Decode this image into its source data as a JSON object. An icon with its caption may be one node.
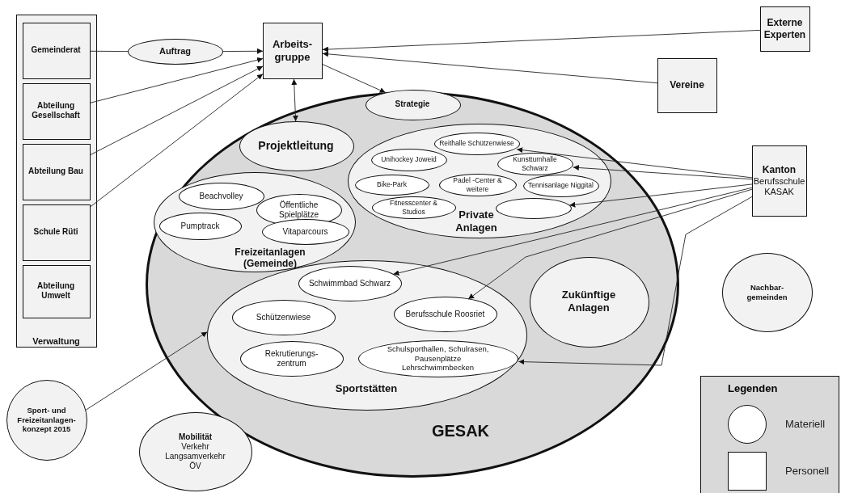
{
  "diagram": {
    "nodes": [
      {
        "text": [
          "Verwaltung"
        ]
      },
      {
        "text": [
          "Gemeinderat"
        ],
        "in": 0
      },
      {
        "text": [
          "Abteilung Gesellschaft"
        ],
        "in": 0
      },
      {
        "text": [
          "Abteilung Bau"
        ],
        "in": 0
      },
      {
        "text": [
          "Schule Rüti"
        ],
        "in": 0
      },
      {
        "text": [
          "Abteilung Umwelt"
        ],
        "in": 0
      },
      {
        "text": [
          "Auftrag"
        ]
      },
      {
        "text": [
          "Arbeits- gruppe"
        ]
      },
      {
        "text": [
          "Externe Experten"
        ]
      },
      {
        "text": [
          "Vereine"
        ]
      },
      {
        "text": [
          "GESAK"
        ]
      },
      {
        "text": [
          "Strategie"
        ],
        "in": 10
      },
      {
        "text": [
          "Projektleitung"
        ],
        "in": 10
      },
      {
        "text": [
          "Private Anlagen"
        ],
        "in": 10
      },
      {
        "text": [
          "Reithalle Schützenwiese"
        ],
        "in": 13
      },
      {
        "text": [
          "Unihockey Joweid"
        ],
        "in": 13
      },
      {
        "text": [
          "Kunstturnhalle Schwarz"
        ],
        "in": 13
      },
      {
        "text": [
          "Bike-Park"
        ],
        "in": 13
      },
      {
        "text": [
          "Padel -Center & weitere"
        ],
        "in": 13
      },
      {
        "text": [
          "Tennisanlage Niggital"
        ],
        "in": 13
      },
      {
        "text": [
          "Fitnesscenter & Studios"
        ],
        "in": 13
      },
      {
        "text": [],
        "shape": "ellipse",
        "in": 13
      },
      {
        "text": [
          "Freizeitanlagen (Gemeinde)"
        ],
        "in": 10
      },
      {
        "text": [
          "Beachvolley"
        ],
        "in": 22
      },
      {
        "text": [
          "Öffentliche Spielplätze"
        ],
        "in": 22
      },
      {
        "text": [
          "Pumptrack"
        ],
        "in": 22
      },
      {
        "text": [
          "Vitaparcours"
        ],
        "in": 22
      },
      {
        "text": [
          "Kanton",
          "Berufsschule KASAK"
        ]
      },
      {
        "text": [
          "Sportstätten"
        ],
        "in": 10
      },
      {
        "text": [
          "Schwimmbad Schwarz"
        ],
        "in": 28
      },
      {
        "text": [
          "Schützenwiese"
        ],
        "in": 28
      },
      {
        "text": [
          "Berufsschule Roosriet"
        ],
        "in": 28
      },
      {
        "text": [
          "Rekrutierungs- zentrum"
        ],
        "in": 28
      },
      {
        "text": [
          "Schulsporthallen, Schulrasen, Pausenplätze Lehrschwimmbecken"
        ],
        "in": 28
      },
      {
        "text": [
          "Zukünftige Anlagen"
        ],
        "in": 10
      },
      {
        "text": [
          "Nachbar- gemeinden"
        ]
      },
      {
        "text": [
          "Sport- und Freizeitanlagen- konzept 2015"
        ]
      },
      {
        "text": [
          "Mobilität",
          "Verkehr Langsamverkehr ÖV"
        ]
      }
    ],
    "edges": [
      {
        "from": 1,
        "to": 6,
        "arrow": "none"
      },
      {
        "from": 6,
        "to": 7,
        "arrow": "to"
      },
      {
        "from": 2,
        "to": 7,
        "arrow": "to"
      },
      {
        "from": 3,
        "to": 7,
        "arrow": "to"
      },
      {
        "from": 4,
        "to": 7,
        "arrow": "to"
      },
      {
        "from": 8,
        "to": 7,
        "arrow": "to"
      },
      {
        "from": 9,
        "to": 7,
        "arrow": "to"
      },
      {
        "from": 7,
        "to": 11,
        "arrow": "to"
      },
      {
        "from": 7,
        "to": 12,
        "arrow": "both"
      },
      {
        "from": 27,
        "to": 14,
        "arrow": "to"
      },
      {
        "from": 27,
        "to": 16,
        "arrow": "to"
      },
      {
        "from": 27,
        "to": 21,
        "arrow": "to"
      },
      {
        "from": 27,
        "to": 29,
        "arrow": "to"
      },
      {
        "from": 27,
        "to": 31,
        "arrow": "to"
      },
      {
        "from": 27,
        "to": 33,
        "arrow": "to"
      },
      {
        "from": 36,
        "to": 28,
        "arrow": "to"
      }
    ],
    "labels": [
      "Legenden"
    ],
    "legend": [
      {
        "text": "Materiell"
      },
      {
        "text": "Personell"
      }
    ]
  }
}
